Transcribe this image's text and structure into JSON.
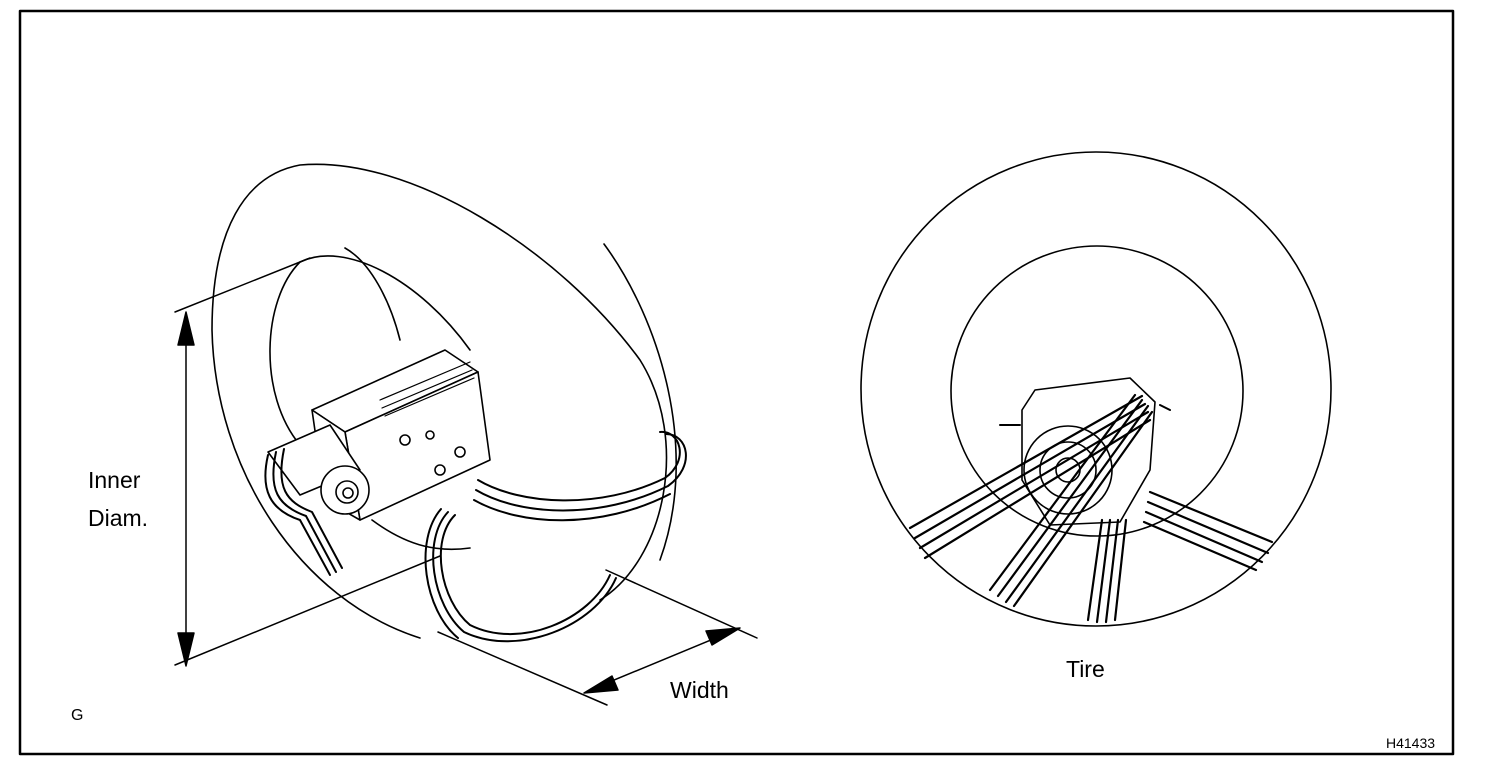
{
  "labels": {
    "inner_diam_line1": "Inner",
    "inner_diam_line2": "Diam.",
    "width": "Width",
    "tire": "Tire",
    "corner_letter": "G",
    "figure_id": "H41433"
  },
  "colors": {
    "stroke": "#000000",
    "background": "#ffffff"
  }
}
